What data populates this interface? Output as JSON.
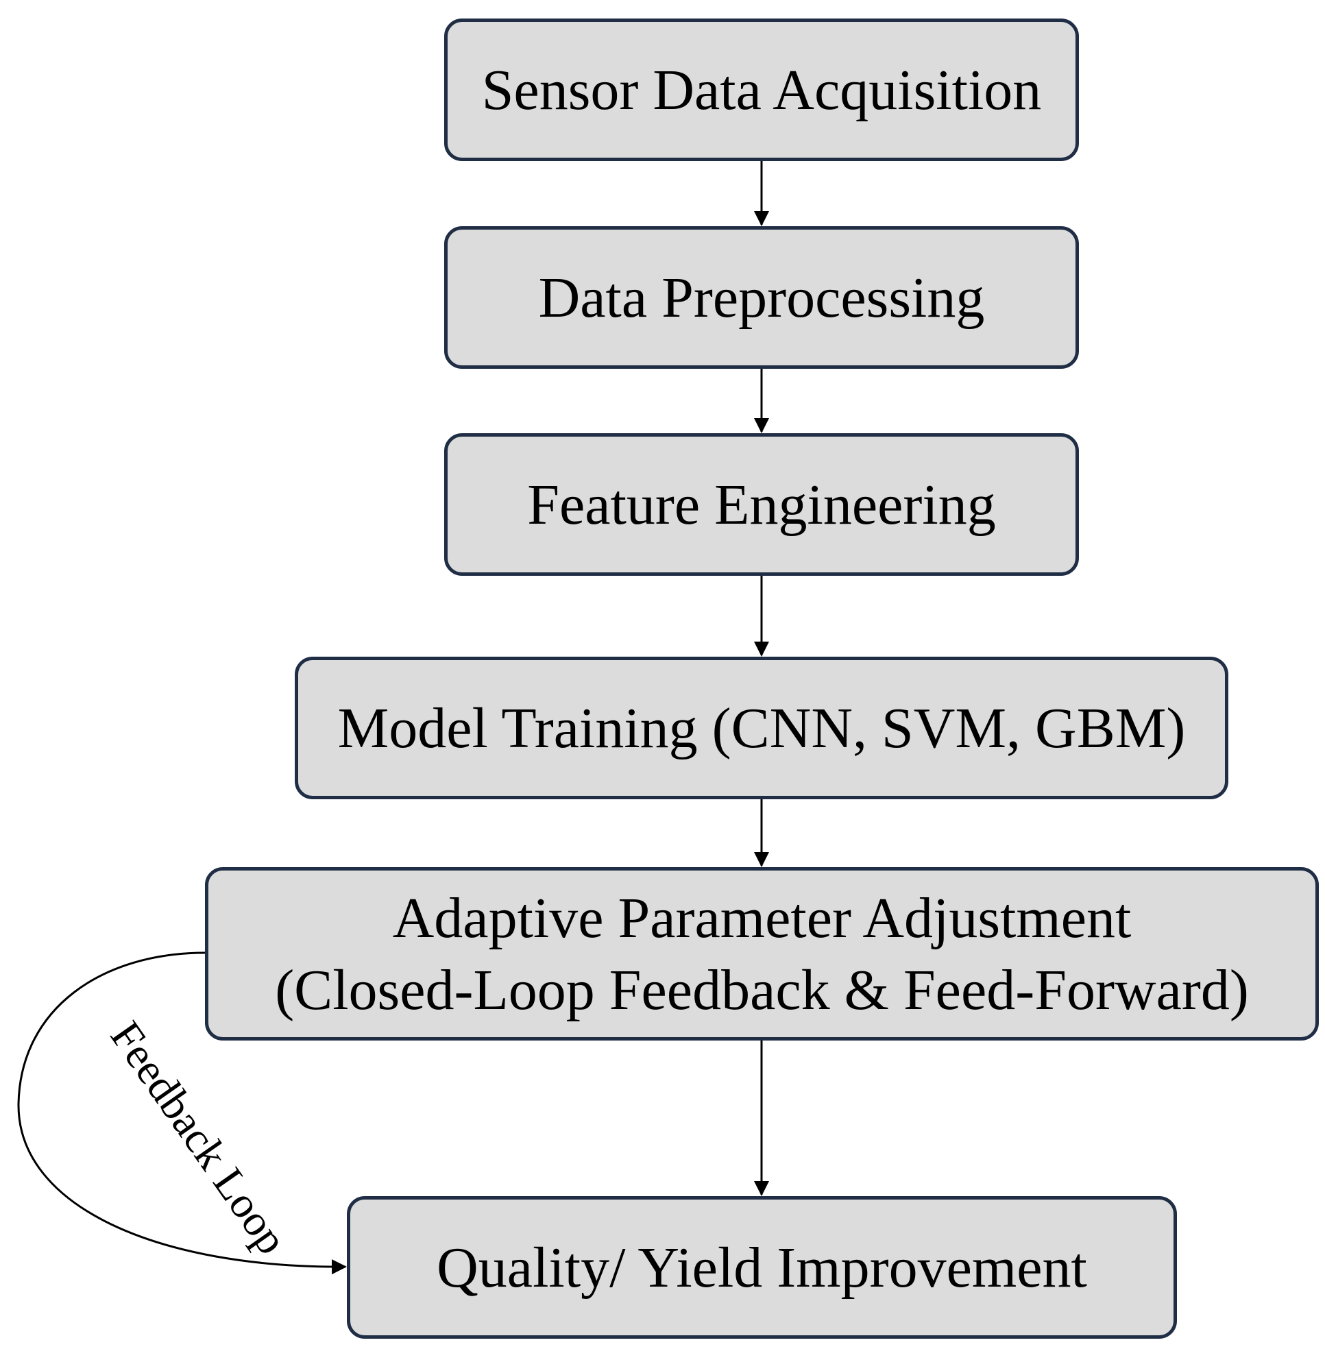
{
  "nodes": [
    {
      "id": "box-1",
      "lines": [
        "Sensor Data Acquisition"
      ]
    },
    {
      "id": "box-2",
      "lines": [
        "Data Preprocessing"
      ]
    },
    {
      "id": "box-3",
      "lines": [
        "Feature Engineering"
      ]
    },
    {
      "id": "box-4",
      "lines": [
        "Model Training (CNN, SVM, GBM)"
      ]
    },
    {
      "id": "box-5",
      "lines": [
        "Adaptive Parameter Adjustment",
        "(Closed-Loop Feedback & Feed-Forward)"
      ]
    },
    {
      "id": "box-6",
      "lines": [
        "Quality/ Yield Improvement"
      ]
    }
  ],
  "edges": [
    {
      "from": "box-1",
      "to": "box-2"
    },
    {
      "from": "box-2",
      "to": "box-3"
    },
    {
      "from": "box-3",
      "to": "box-4"
    },
    {
      "from": "box-4",
      "to": "box-5"
    },
    {
      "from": "box-5",
      "to": "box-6"
    }
  ],
  "feedback_loop": {
    "label": "Feedback Loop",
    "from": "box-5",
    "to": "box-6"
  },
  "colors": {
    "box_fill": "#dcdcdc",
    "box_border": "#1f2d45",
    "line": "#000000",
    "text": "#000000"
  }
}
